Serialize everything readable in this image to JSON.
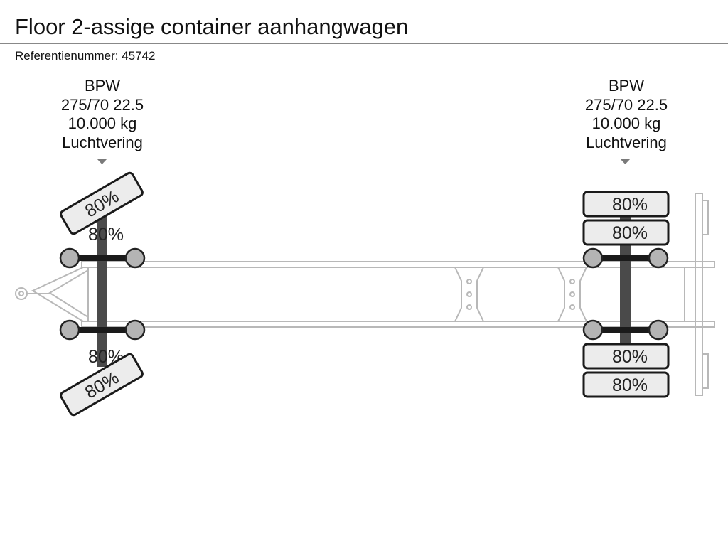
{
  "header": {
    "title": "Floor 2-assige container aanhangwagen",
    "reference": "Referentienummer: 45742"
  },
  "axles": [
    {
      "brand": "BPW",
      "tire_size": "275/70 22.5",
      "capacity": "10.000 kg",
      "suspension": "Luchtvering",
      "tires": [
        "80%",
        "80%",
        "80%",
        "80%"
      ]
    },
    {
      "brand": "BPW",
      "tire_size": "275/70 22.5",
      "capacity": "10.000 kg",
      "suspension": "Luchtvering",
      "tires": [
        "80%",
        "80%",
        "80%",
        "80%"
      ]
    }
  ],
  "colors": {
    "axle_bar": "#4a4a4a",
    "wheel_hub": "#b4b4b4",
    "tire_fill": "#ececec",
    "frame": "#b8b8b8",
    "marker": "#7a7a7a"
  }
}
